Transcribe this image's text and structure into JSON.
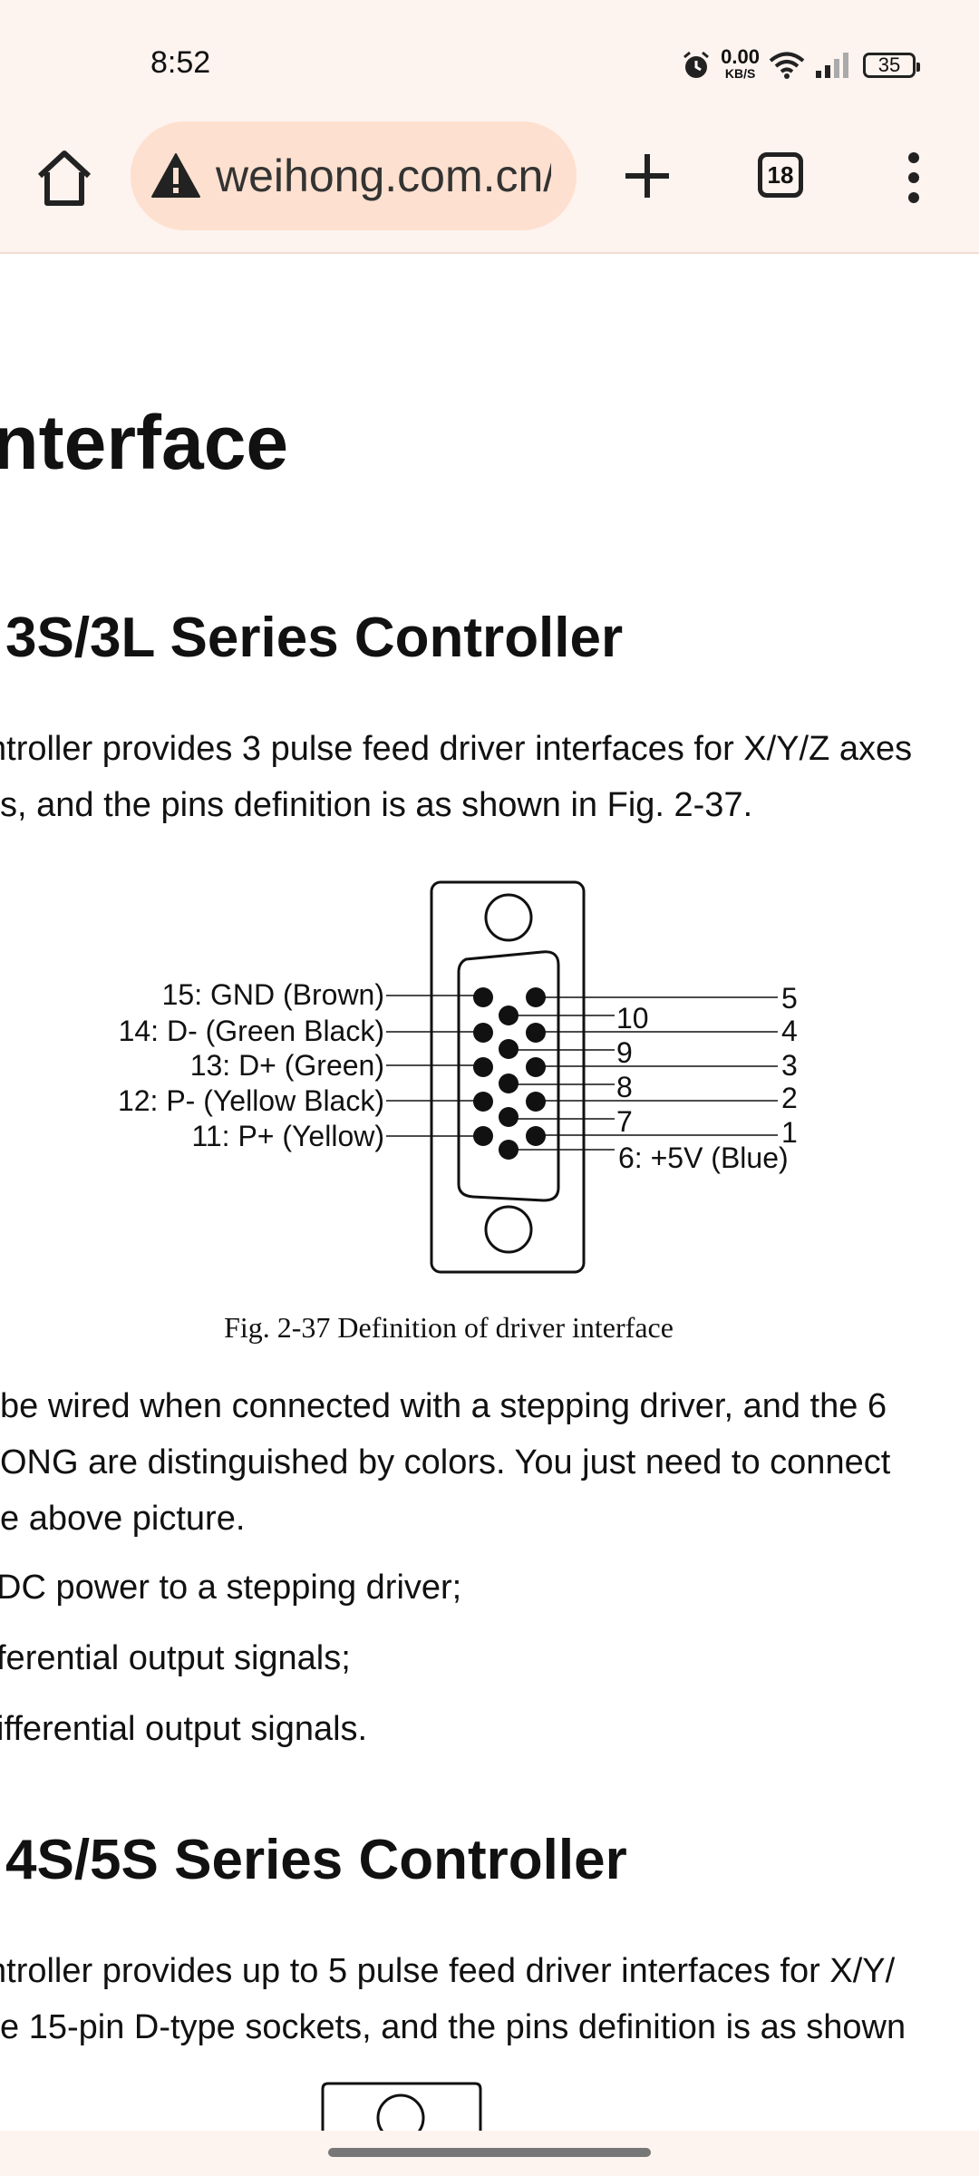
{
  "status_bar": {
    "time": "8:52",
    "net_speed_value": "0.00",
    "net_speed_unit": "KB/S",
    "battery": "35"
  },
  "toolbar": {
    "url": "weihong.com.cn/",
    "tab_count": "18"
  },
  "content": {
    "page_title": "Interface",
    "section1": {
      "heading": "3S/3L Series Controller",
      "para_line1": "ntroller provides 3 pulse feed driver interfaces for X/Y/Z axes",
      "para_line2": "s, and the pins definition is as shown in Fig. 2-37."
    },
    "figure": {
      "caption": "Fig. 2-37 Definition of driver interface",
      "left_labels": [
        "15: GND (Brown)",
        "14: D- (Green Black)",
        "13: D+ (Green)",
        "12: P- (Yellow Black)",
        "11: P+ (Yellow)"
      ],
      "mid_labels": [
        "10",
        "9",
        "8",
        "7"
      ],
      "right_labels": [
        "5",
        "4",
        "3",
        "2",
        "1"
      ],
      "bottom_label": "6: +5V (Blue)"
    },
    "after_figure": {
      "line1": " be wired when connected with a stepping driver, and the 6",
      "line2": "ONG are distinguished by colors. You just need to connect",
      "line3": "e above picture."
    },
    "list": [
      "DC power to a stepping driver;",
      "ferential output signals;",
      "ifferential output signals."
    ],
    "section2": {
      "heading": "4S/5S Series Controller",
      "para_line1": "ntroller provides up to 5 pulse feed driver interfaces for X/Y/",
      "para_line2": "e 15-pin D-type sockets, and the pins definition is as shown"
    }
  }
}
